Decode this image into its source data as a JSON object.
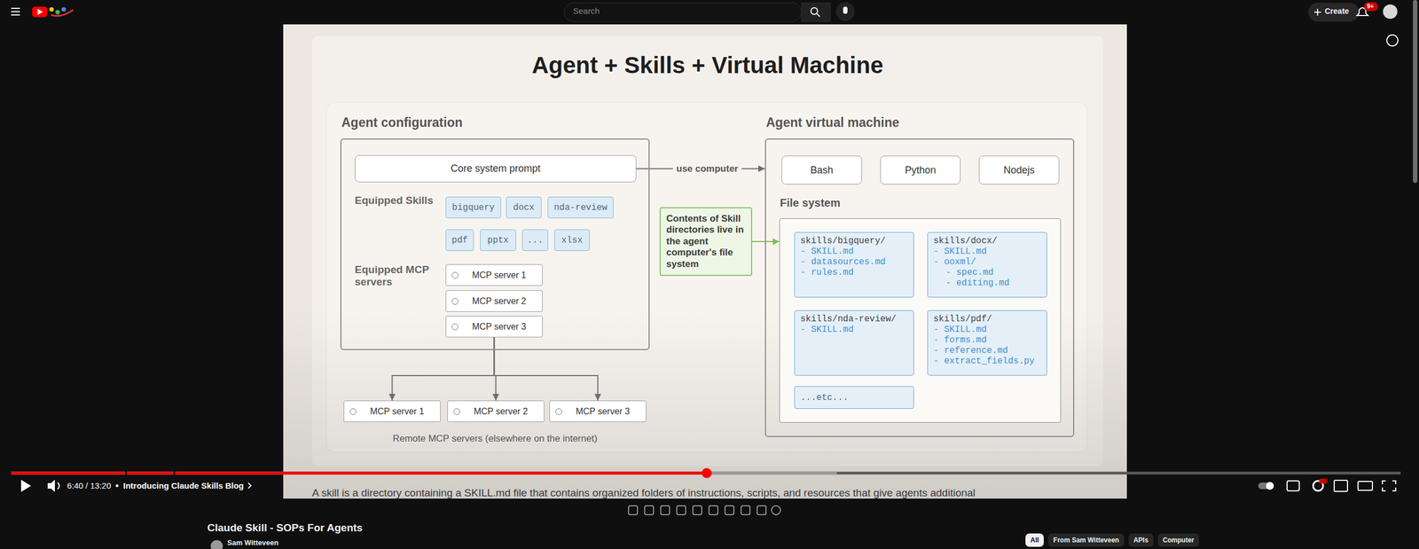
{
  "diagram": {
    "title": "Agent + Skills + Virtual Machine",
    "nodes": [
      {
        "text": [
          "Agent configuration",
          "Equipped Skills",
          "Equipped MCP servers"
        ]
      },
      {
        "text": [
          "Core system prompt"
        ],
        "in": 0
      },
      {
        "text": [
          "bigquery"
        ],
        "in": 0
      },
      {
        "text": [
          "docx"
        ],
        "in": 0
      },
      {
        "text": [
          "nda-review"
        ],
        "in": 0
      },
      {
        "text": [
          "pdf"
        ],
        "in": 0
      },
      {
        "text": [
          "pptx"
        ],
        "in": 0
      },
      {
        "text": [
          "..."
        ],
        "in": 0
      },
      {
        "text": [
          "xlsx"
        ],
        "in": 0
      },
      {
        "text": [
          "MCP server 1"
        ],
        "in": 0
      },
      {
        "text": [
          "MCP server 2"
        ],
        "in": 0
      },
      {
        "text": [
          "MCP server 3"
        ],
        "in": 0
      },
      {
        "text": [
          "MCP server 1"
        ]
      },
      {
        "text": [
          "MCP server 2"
        ]
      },
      {
        "text": [
          "MCP server 3"
        ]
      },
      {
        "text": [
          "Contents of Skill directories live in the agent computer's file system"
        ]
      },
      {
        "text": [
          "Agent virtual machine"
        ]
      },
      {
        "text": [
          "Bash"
        ],
        "in": 16
      },
      {
        "text": [
          "Python"
        ],
        "in": 16
      },
      {
        "text": [
          "Nodejs"
        ],
        "in": 16
      },
      {
        "text": [
          "File system"
        ],
        "in": 16
      },
      {
        "text": [
          "skills/bigquery/",
          "- SKILL.md",
          "- datasources.md",
          "- rules.md"
        ],
        "in": 20
      },
      {
        "text": [
          "skills/docx/",
          "- SKILL.md",
          "- ooxml/",
          "- spec.md",
          "- editing.md"
        ],
        "in": 20
      },
      {
        "text": [
          "skills/nda-review/",
          "- SKILL.md"
        ],
        "in": 20
      },
      {
        "text": [
          "skills/pdf/",
          "- SKILL.md",
          "- forms.md",
          "- reference.md",
          "- extract_fields.py"
        ],
        "in": 20
      },
      {
        "text": [
          "...etc..."
        ],
        "in": 20
      }
    ],
    "edges": [
      {
        "from": 1,
        "to": 16,
        "label": "use computer",
        "arrow": "to"
      },
      {
        "from": 15,
        "to": 20,
        "arrow": "to"
      },
      {
        "from": 11,
        "to": 12,
        "arrow": "to"
      },
      {
        "from": 11,
        "to": 13,
        "arrow": "to"
      },
      {
        "from": 11,
        "to": 14,
        "arrow": "to"
      }
    ],
    "labels": [
      "Search",
      "Create",
      "9+",
      "6:40 / 13:20",
      "Introducing Claude Skills Blog",
      "Claude Skill - SOPs For Agents",
      "Sam Witteveen",
      "All",
      "From Sam Witteveen",
      "APIs",
      "Computer",
      "Remote MCP servers (elsewhere on the internet)",
      "A skill is a directory containing a SKILL.md file that contains organized folders of instructions, scripts, and resources that give agents additional"
    ]
  }
}
